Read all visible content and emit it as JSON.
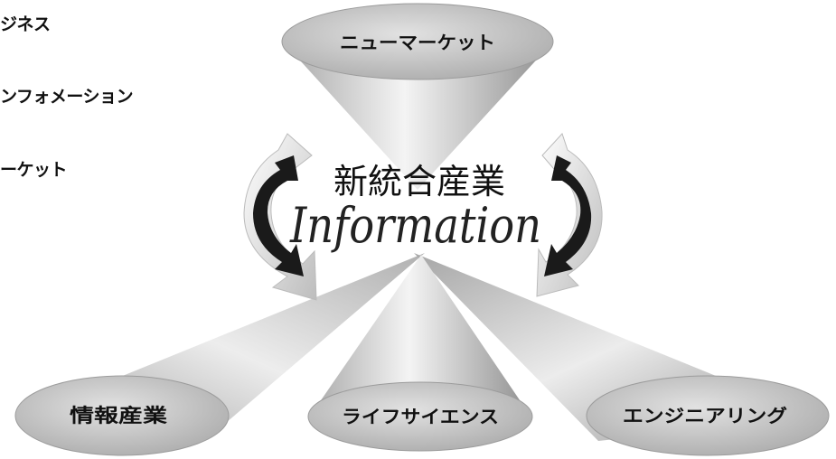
{
  "left_labels": [
    "ジネス",
    "ンフォメーション",
    "ーケット"
  ],
  "center": {
    "title": "新統合産業",
    "subtitle": "Information"
  },
  "cones": {
    "top": "ニューマーケット",
    "bottom_left": "情報産業",
    "bottom_center": "ライフサイエンス",
    "bottom_right": "エンジニアリング"
  },
  "colors": {
    "cone_light": "#f2f2f2",
    "cone_dark": "#9a9a9a",
    "ellipse_fill": "#c8c8c8",
    "text": "#111111",
    "arrow_dark": "#1a1a1a"
  },
  "icons": {
    "left_arrow": "circular-arrow-icon",
    "right_arrow": "circular-arrow-icon"
  }
}
